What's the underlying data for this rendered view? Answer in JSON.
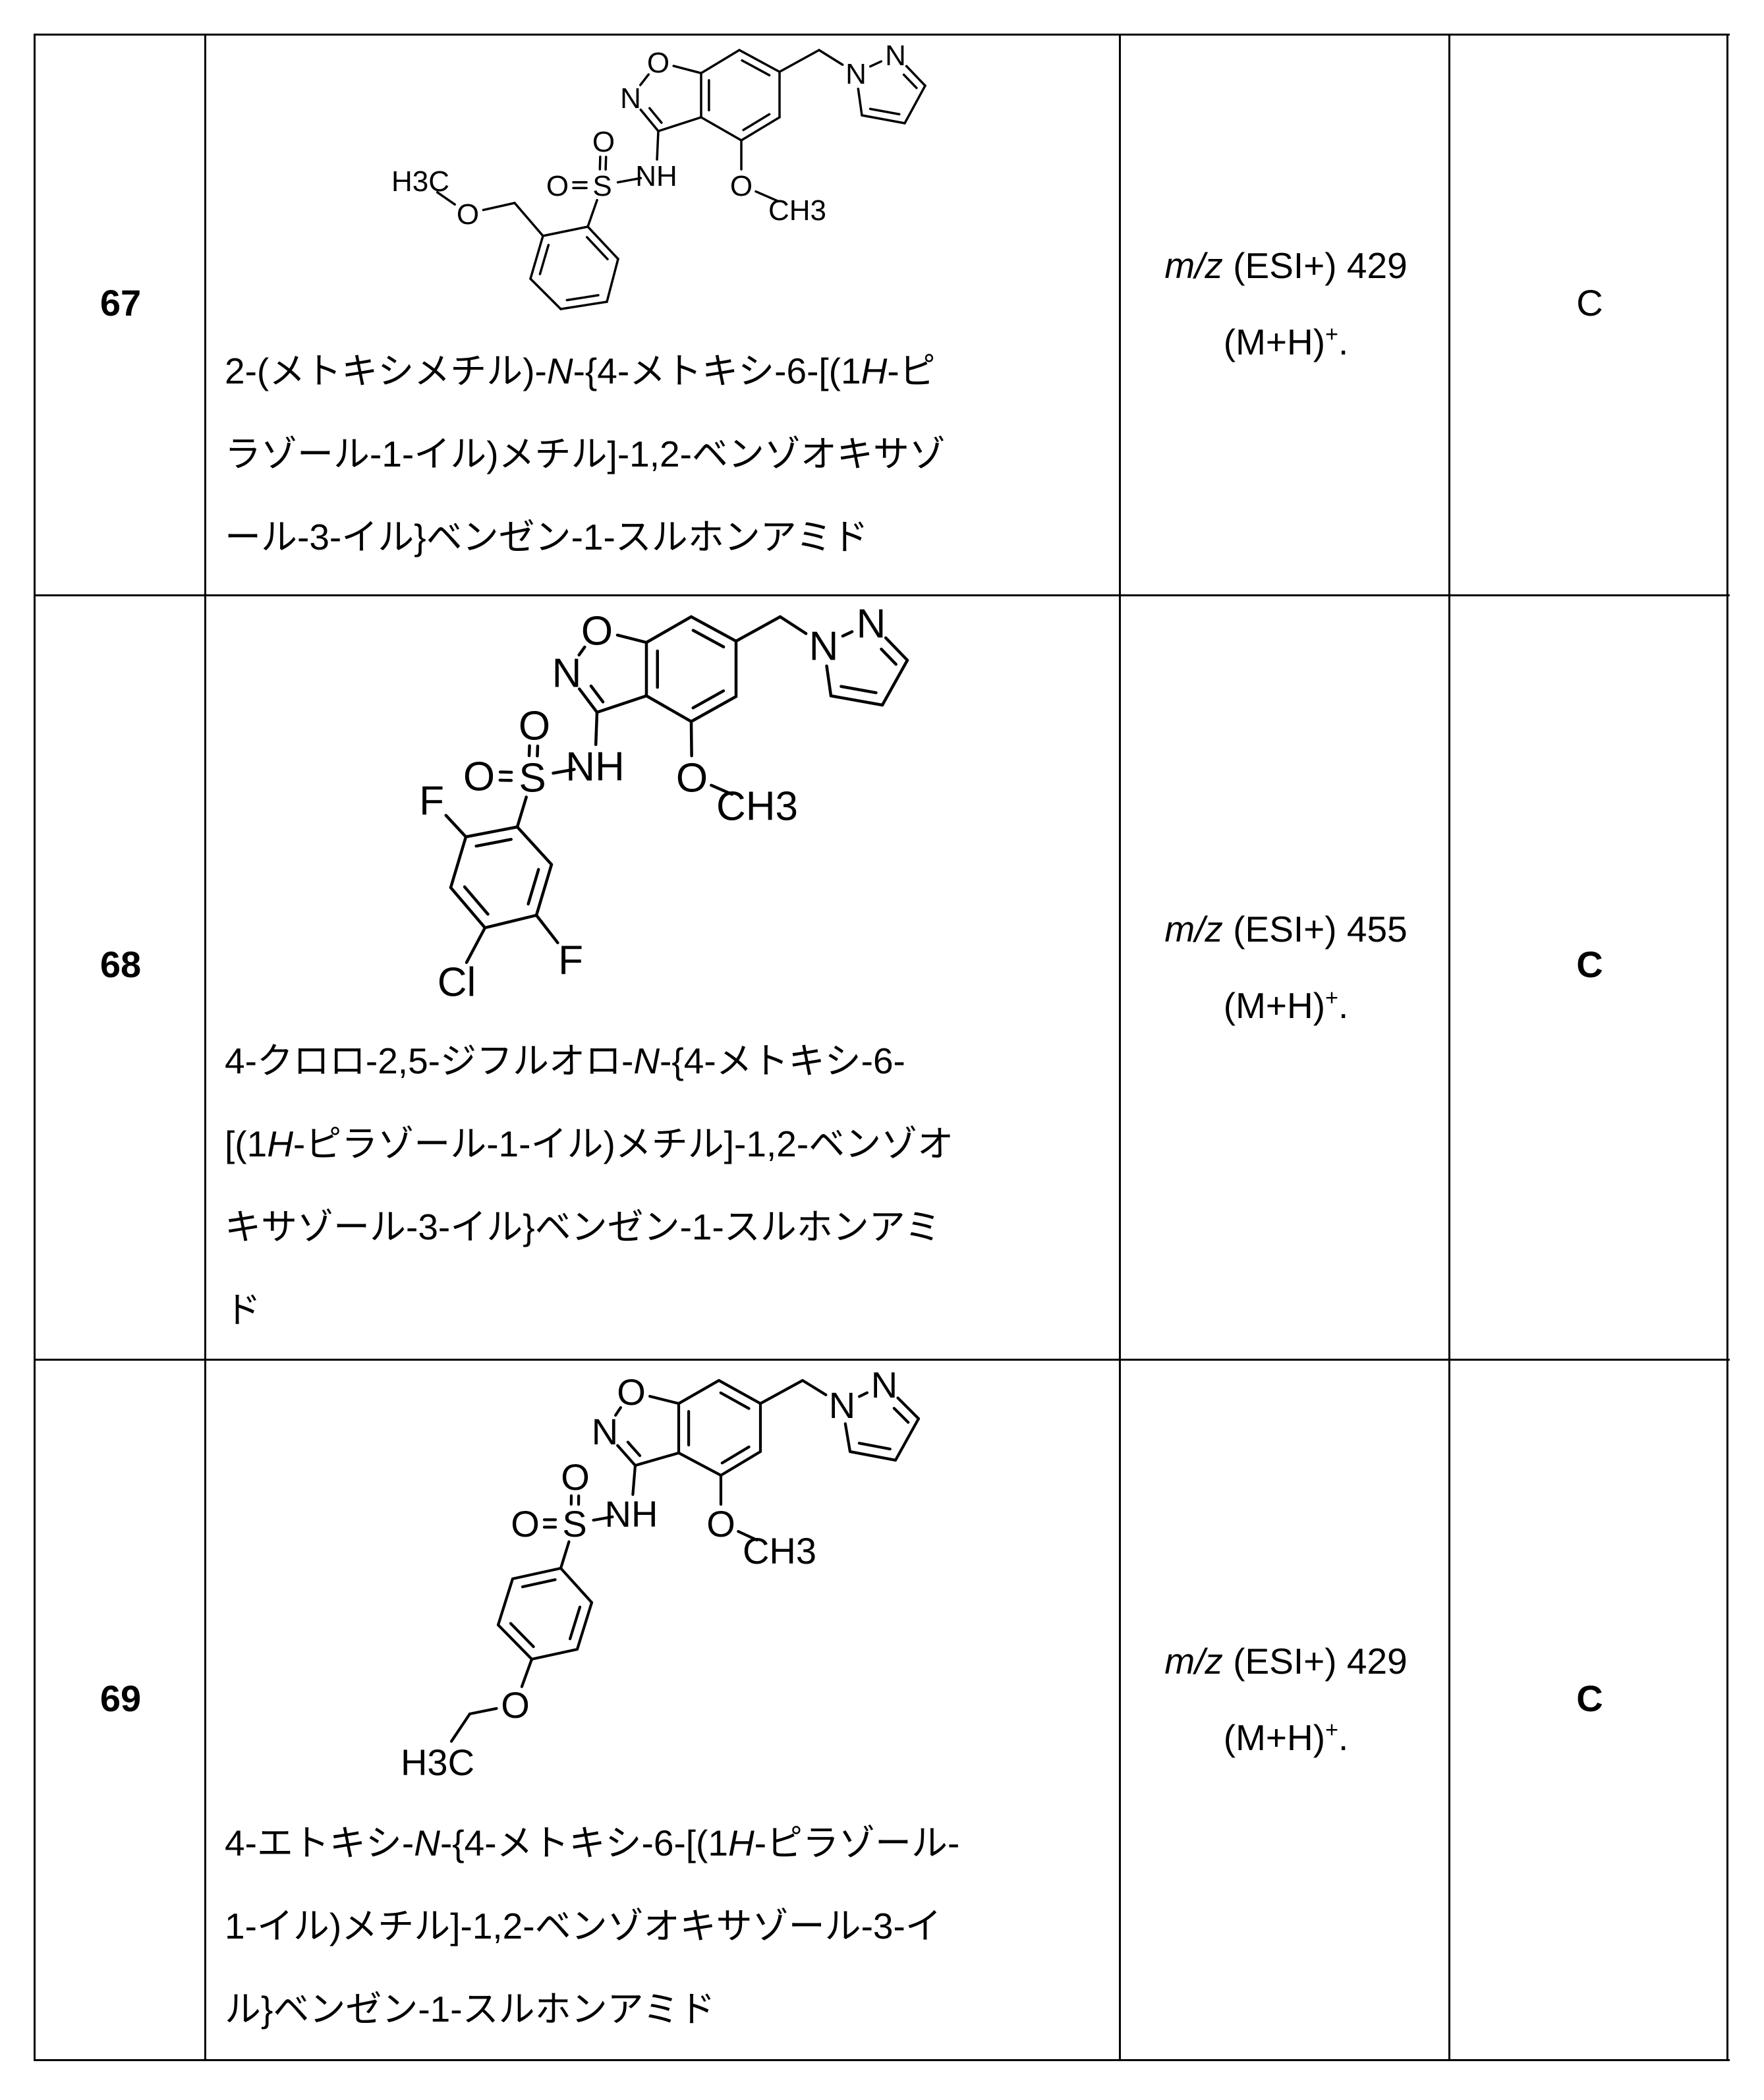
{
  "rows": [
    {
      "number": "67",
      "structure": {
        "labels": {
          "O1": "O",
          "N2": "N",
          "N1p": "N",
          "N2p": "N",
          "Om": "O",
          "Me": "CH3",
          "NH": "NH",
          "S": "S",
          "Ot": "O",
          "Ol": "O",
          "X2": "O",
          "X3": "H3C"
        }
      },
      "name_lines": [
        [
          {
            "t": "2-(メトキシメチル)-"
          },
          {
            "t": "N",
            "i": true
          },
          {
            "t": "-{4-メトキシ-6-[(1"
          },
          {
            "t": "H",
            "i": true
          },
          {
            "t": "-ピ"
          }
        ],
        [
          {
            "t": "ラゾール-1-イル)メチル]-1,2-ベンゾオキサゾ"
          }
        ],
        [
          {
            "t": "ール-3-イル}ベンゼン-1-スルホンアミド"
          }
        ]
      ],
      "ms": {
        "prefix": "m/z",
        "line1": " (ESI+) 429",
        "line2": "(M+H)",
        "sup": "+",
        "end": "."
      },
      "activity": "C"
    },
    {
      "number": "68",
      "structure": {
        "labels": {
          "O1": "O",
          "N2": "N",
          "N1p": "N",
          "N2p": "N",
          "Om": "O",
          "Me": "CH3",
          "NH": "NH",
          "S": "S",
          "Ot": "O",
          "Ol": "O",
          "F1": "F",
          "F2": "F",
          "Cl": "Cl"
        }
      },
      "name_lines": [
        [
          {
            "t": "4-クロロ-2,5-ジフルオロ-"
          },
          {
            "t": "N",
            "i": true
          },
          {
            "t": "-{4-メトキシ-6-"
          }
        ],
        [
          {
            "t": "[(1"
          },
          {
            "t": "H",
            "i": true
          },
          {
            "t": "-ピラゾール-1-イル)メチル]-1,2-ベンゾオ"
          }
        ],
        [
          {
            "t": "キサゾール-3-イル}ベンゼン-1-スルホンアミ"
          }
        ],
        [
          {
            "t": "ド"
          }
        ]
      ],
      "ms": {
        "prefix": "m/z",
        "line1": " (ESI+) 455",
        "line2": "(M+H)",
        "sup": "+",
        "end": "."
      },
      "activity": "C"
    },
    {
      "number": "69",
      "structure": {
        "labels": {
          "O1": "O",
          "N2": "N",
          "N1p": "N",
          "N2p": "N",
          "Om": "O",
          "Me": "CH3",
          "NH": "NH",
          "S": "S",
          "Ot": "O",
          "Ol": "O",
          "X2": "O",
          "X3": "H3C"
        }
      },
      "name_lines": [
        [
          {
            "t": "4-エトキシ-"
          },
          {
            "t": "N",
            "i": true
          },
          {
            "t": "-{4-メトキシ-6-[(1"
          },
          {
            "t": "H",
            "i": true
          },
          {
            "t": "-ピラゾール-"
          }
        ],
        [
          {
            "t": "1-イル)メチル]-1,2-ベンゾオキサゾール-3-イ"
          }
        ],
        [
          {
            "t": "ル}ベンゼン-1-スルホンアミド"
          }
        ]
      ],
      "ms": {
        "prefix": "m/z",
        "line1": " (ESI+) 429",
        "line2": "(M+H)",
        "sup": "+",
        "end": "."
      },
      "activity": "C"
    }
  ]
}
